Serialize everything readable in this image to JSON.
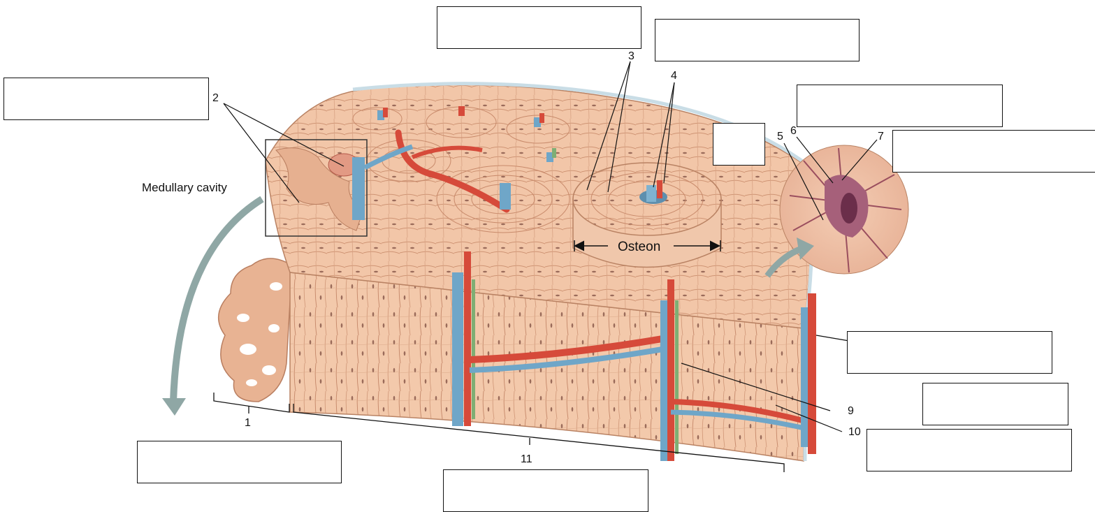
{
  "labels": {
    "medullary_cavity": "Medullary cavity",
    "osteon": "Osteon",
    "numbers": [
      "1",
      "2",
      "3",
      "4",
      "5",
      "6",
      "7",
      "9",
      "10",
      "11"
    ]
  },
  "answer_boxes": [
    {
      "id": "box-top-center",
      "value": ""
    },
    {
      "id": "box-top-right",
      "value": ""
    },
    {
      "id": "box-left-2",
      "value": ""
    },
    {
      "id": "box-right-6",
      "value": ""
    },
    {
      "id": "box-small",
      "value": ""
    },
    {
      "id": "box-right-7",
      "value": ""
    },
    {
      "id": "box-right-8",
      "value": ""
    },
    {
      "id": "box-right-9",
      "value": ""
    },
    {
      "id": "box-right-10",
      "value": ""
    },
    {
      "id": "box-bottom-1",
      "value": ""
    },
    {
      "id": "box-bottom-11",
      "value": ""
    }
  ],
  "colors": {
    "bone": "#f1c3a3",
    "bone_dark": "#d99a78",
    "artery": "#d64a3a",
    "vein": "#6fa6c8",
    "nerve": "#7fae74",
    "periosteum": "#c9dde6",
    "arrow": "#8fa7a5"
  }
}
